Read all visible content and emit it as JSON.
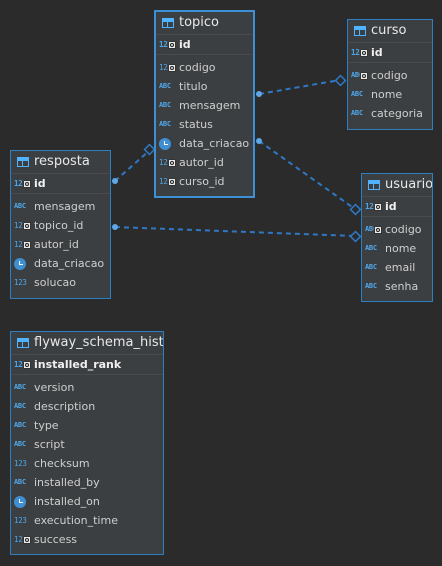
{
  "entities": {
    "topico": {
      "name": "topico",
      "pk": {
        "name": "id",
        "type": "123"
      },
      "columns": [
        {
          "name": "codigo",
          "type": "123",
          "key": true
        },
        {
          "name": "titulo",
          "type": "ABC"
        },
        {
          "name": "mensagem",
          "type": "ABC"
        },
        {
          "name": "status",
          "type": "ABC"
        },
        {
          "name": "data_criacao",
          "type": "clock"
        },
        {
          "name": "autor_id",
          "type": "123",
          "key": true
        },
        {
          "name": "curso_id",
          "type": "123",
          "key": true
        }
      ]
    },
    "curso": {
      "name": "curso",
      "pk": {
        "name": "id",
        "type": "123"
      },
      "columns": [
        {
          "name": "codigo",
          "type": "ABC",
          "key": true
        },
        {
          "name": "nome",
          "type": "ABC"
        },
        {
          "name": "categoria",
          "type": "ABC"
        }
      ]
    },
    "resposta": {
      "name": "resposta",
      "pk": {
        "name": "id",
        "type": "123"
      },
      "columns": [
        {
          "name": "mensagem",
          "type": "ABC"
        },
        {
          "name": "topico_id",
          "type": "123",
          "key": true
        },
        {
          "name": "autor_id",
          "type": "123",
          "key": true
        },
        {
          "name": "data_criacao",
          "type": "clock"
        },
        {
          "name": "solucao",
          "type": "123"
        }
      ]
    },
    "usuario": {
      "name": "usuario",
      "pk": {
        "name": "id",
        "type": "123"
      },
      "columns": [
        {
          "name": "codigo",
          "type": "ABC",
          "key": true
        },
        {
          "name": "nome",
          "type": "ABC"
        },
        {
          "name": "email",
          "type": "ABC"
        },
        {
          "name": "senha",
          "type": "ABC"
        }
      ]
    },
    "flyway": {
      "name": "flyway_schema_history",
      "pk": {
        "name": "installed_rank",
        "type": "123"
      },
      "columns": [
        {
          "name": "version",
          "type": "ABC"
        },
        {
          "name": "description",
          "type": "ABC"
        },
        {
          "name": "type",
          "type": "ABC"
        },
        {
          "name": "script",
          "type": "ABC"
        },
        {
          "name": "checksum",
          "type": "123"
        },
        {
          "name": "installed_by",
          "type": "ABC"
        },
        {
          "name": "installed_on",
          "type": "clock"
        },
        {
          "name": "execution_time",
          "type": "123"
        },
        {
          "name": "success",
          "type": "123",
          "key": true
        }
      ]
    }
  },
  "relationships": [
    {
      "from": "topico",
      "to": "curso"
    },
    {
      "from": "topico",
      "to": "usuario"
    },
    {
      "from": "resposta",
      "to": "topico"
    },
    {
      "from": "resposta",
      "to": "usuario"
    }
  ],
  "colors": {
    "border": "#2d7fc1",
    "link": "#2f78c4",
    "background": "#2b2b2b",
    "entity": "#3c3f41"
  }
}
